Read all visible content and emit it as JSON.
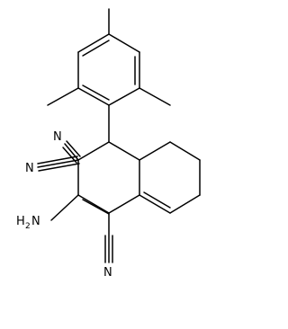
{
  "molecule": {
    "labels": {
      "cn_top": "N",
      "cn_left": "N",
      "cn_bottom": "N",
      "amine_h": "H",
      "amine_sub": "2",
      "amine_n": "N"
    }
  }
}
